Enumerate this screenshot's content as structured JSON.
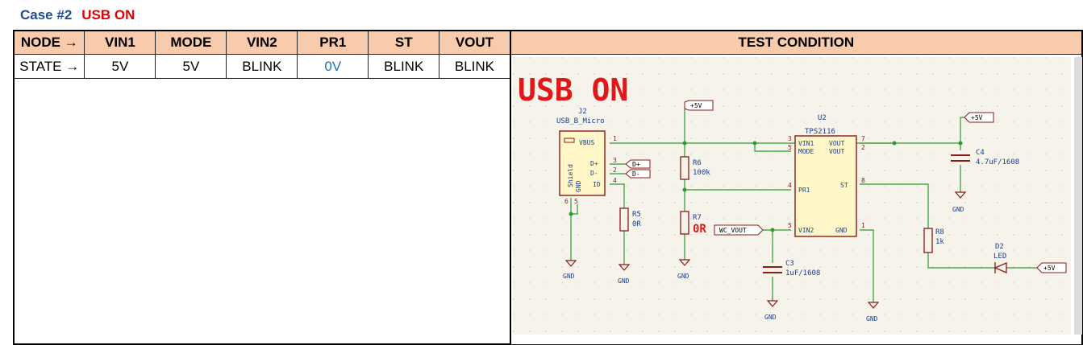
{
  "title": {
    "case": "Case #2",
    "mode": "USB ON"
  },
  "table": {
    "headers": [
      "NODE →",
      "VIN1",
      "MODE",
      "VIN2",
      "PR1",
      "ST",
      "VOUT"
    ],
    "test_condition_header": "TEST CONDITION",
    "states": [
      "STATE →",
      "5V",
      "5V",
      "BLINK",
      "0V",
      "BLINK",
      "BLINK"
    ]
  },
  "schematic": {
    "banner": "USB ON",
    "j2": {
      "ref": "J2",
      "value": "USB_B_Micro",
      "pins": [
        "VBUS",
        "D+",
        "D-",
        "ID",
        "Shield",
        "GND"
      ],
      "pin_numbers": [
        "1",
        "3",
        "2",
        "4",
        "6",
        "5"
      ]
    },
    "u2": {
      "ref": "U2",
      "value": "TPS2116",
      "pins_left": [
        "VIN1",
        "MODE",
        "PR1",
        "VIN2"
      ],
      "pins_right": [
        "VOUT",
        "VOUT",
        "ST",
        "GND"
      ],
      "pin_numbers": [
        "3",
        "5",
        "4",
        "5",
        "7",
        "2",
        "8",
        "1"
      ]
    },
    "r6": {
      "ref": "R6",
      "value": "100k"
    },
    "r7": {
      "ref": "R7",
      "value": "0R"
    },
    "r5": {
      "ref": "R5",
      "value": "0R"
    },
    "r8": {
      "ref": "R8",
      "value": "1k"
    },
    "c3": {
      "ref": "C3",
      "value": "1uF/1608"
    },
    "c4": {
      "ref": "C4",
      "value": "4.7uF/1608"
    },
    "d2": {
      "ref": "D2",
      "value": "LED"
    },
    "labels": {
      "p5v": "+5V",
      "wc_vout": "WC_VOUT",
      "dplus": "D+",
      "dminus": "D-",
      "gnd": "GND"
    }
  }
}
